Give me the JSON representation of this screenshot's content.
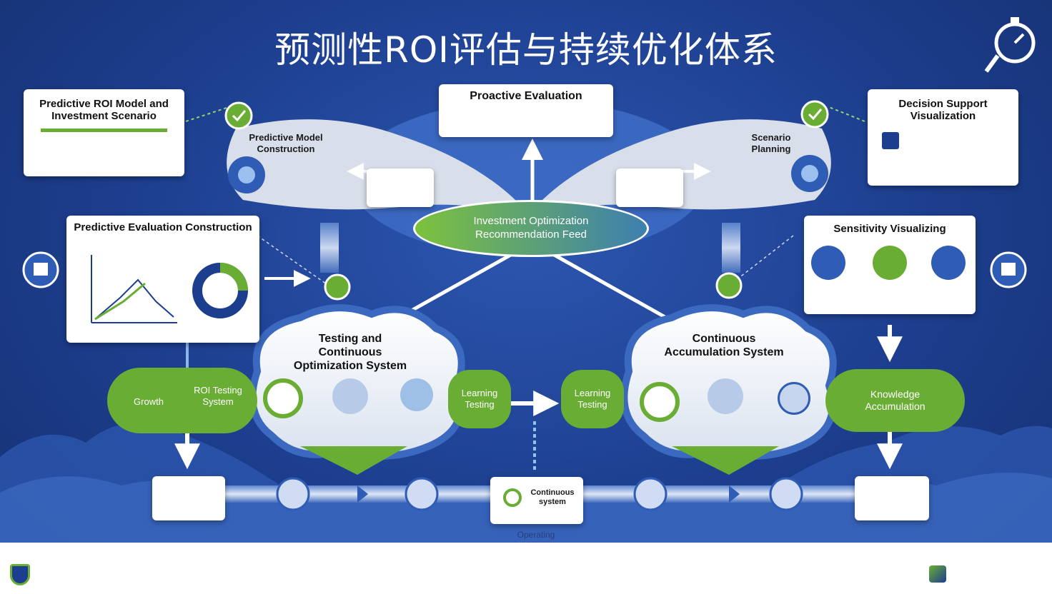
{
  "title": "预测性ROI评估与持续优化体系",
  "cards": {
    "top_left": {
      "title": "Predictive ROI Model and Investment Scenario"
    },
    "top_center": {
      "title": "Proactive Evaluation"
    },
    "top_right": {
      "title": "Decision Support Visualization"
    },
    "mid_left": {
      "title": "Predictive Evaluation Construction"
    },
    "mid_right": {
      "title": "Sensitivity Visualizing"
    }
  },
  "hub": {
    "label": "Investment Optimization Recommendation Feed"
  },
  "clouds": {
    "left": {
      "title": "Testing and Continuous Optimization System"
    },
    "right": {
      "title": "Continuous Accumulation System"
    }
  },
  "pills": {
    "growth": {
      "label": "Growth"
    },
    "roi_testing": {
      "label": "ROI Testing System"
    },
    "learning_left": {
      "label": "Learning Testing"
    },
    "learning_right": {
      "label": "Learning Testing"
    },
    "knowledge": {
      "label": "Knowledge Accumulation"
    }
  },
  "wing_labels": {
    "left": {
      "title": "Predictive Model Construction"
    },
    "right": {
      "title": "Scenario Planning"
    }
  },
  "bottom_boxes": {
    "continuous": {
      "title": "Continuous system"
    },
    "operating": {
      "label": "Operating"
    }
  },
  "colors": {
    "green": "#6aad34",
    "navy": "#1d3e8e",
    "cloud": "#e6ebf4"
  }
}
